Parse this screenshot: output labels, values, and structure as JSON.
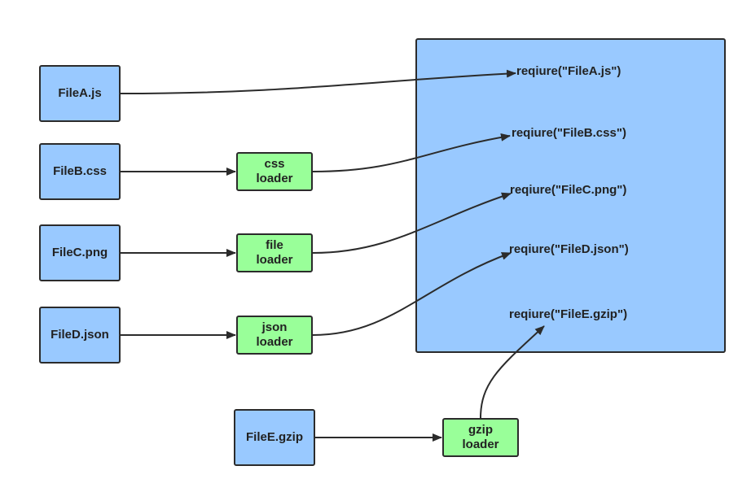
{
  "files": [
    {
      "id": "a",
      "label": "FileA.js"
    },
    {
      "id": "b",
      "label": "FileB.css"
    },
    {
      "id": "c",
      "label": "FileC.png"
    },
    {
      "id": "d",
      "label": "FileD.json"
    },
    {
      "id": "e",
      "label": "FileE.gzip"
    }
  ],
  "loaders": [
    {
      "id": "css",
      "line1": "css",
      "line2": "loader"
    },
    {
      "id": "file",
      "line1": "file",
      "line2": "loader"
    },
    {
      "id": "json",
      "line1": "json",
      "line2": "loader"
    },
    {
      "id": "gzip",
      "line1": "gzip",
      "line2": "loader"
    }
  ],
  "requires": [
    "reqiure(\"FileA.js\")",
    "reqiure(\"FileB.css\")",
    "reqiure(\"FileC.png\")",
    "reqiure(\"FileD.json\")",
    "reqiure(\"FileE.gzip\")"
  ],
  "colors": {
    "file_fill": "#99c9ff",
    "loader_fill": "#99ff99",
    "bundle_fill": "#99c9ff",
    "stroke": "#2b2b2b"
  }
}
